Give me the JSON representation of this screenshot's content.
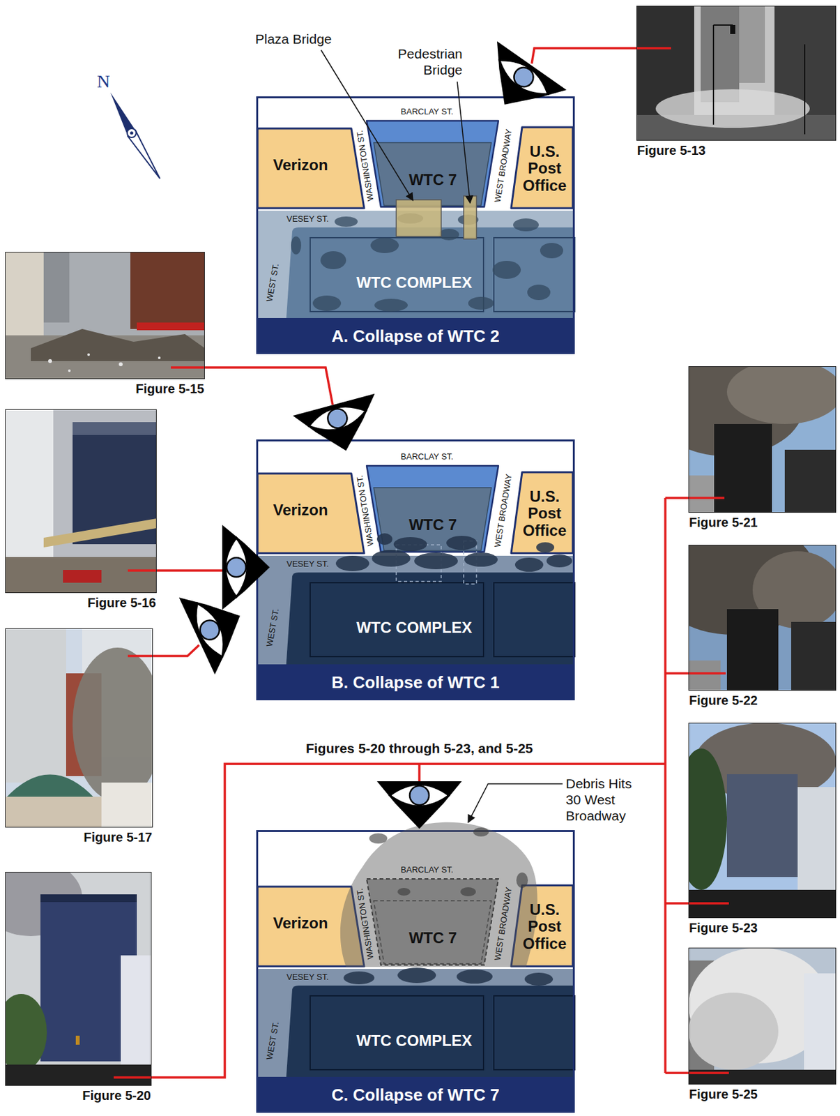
{
  "diagram": {
    "nodes": [
      {
        "text": [
          "A. Collapse of WTC 2"
        ]
      },
      {
        "text": [
          "Verizon"
        ],
        "in": 0
      },
      {
        "text": [
          "WTC 7"
        ],
        "in": 0
      },
      {
        "text": [
          "U.S. Post Office"
        ],
        "in": 0
      },
      {
        "text": [
          "WTC COMPLEX"
        ],
        "in": 0
      },
      {
        "text": [
          "Figure 5-13"
        ]
      },
      {
        "text": [
          "Figure 5-15"
        ]
      },
      {
        "text": [
          "B. Collapse of WTC 1"
        ]
      },
      {
        "text": [
          "Verizon"
        ],
        "in": 7
      },
      {
        "text": [
          "WTC 7"
        ],
        "in": 7
      },
      {
        "text": [
          "U.S. Post Office"
        ],
        "in": 7
      },
      {
        "text": [
          "WTC COMPLEX"
        ],
        "in": 7
      },
      {
        "text": [
          "Figure 5-16"
        ]
      },
      {
        "text": [
          "Figure 5-21"
        ]
      },
      {
        "text": [
          "Figure 5-17"
        ]
      },
      {
        "text": [
          "Figure 5-22"
        ]
      },
      {
        "text": [
          "Figure 5-23"
        ]
      },
      {
        "text": [
          "C. Collapse of WTC 7"
        ]
      },
      {
        "text": [
          "Verizon"
        ],
        "in": 17
      },
      {
        "text": [
          "WTC 7"
        ],
        "in": 17
      },
      {
        "text": [
          "U.S. Post Office"
        ],
        "in": 17
      },
      {
        "text": [
          "WTC COMPLEX"
        ],
        "in": 17
      },
      {
        "text": [
          "Figure 5-20"
        ]
      },
      {
        "text": [
          "Figure 5-25"
        ]
      }
    ],
    "labels": [
      "N",
      "Plaza Bridge",
      "Pedestrian Bridge",
      "BARCLAY ST.",
      "WASHINGTON ST.",
      "WEST BROADWAY",
      "VESEY ST.",
      "WEST ST.",
      "BARCLAY ST.",
      "WASHINGTON ST.",
      "WEST BROADWAY",
      "VESEY ST.",
      "WEST ST.",
      "Figures 5-20 through 5-23, and 5-25",
      "Debris Hits 30 West Broadway",
      "BARCLAY ST.",
      "WASHINGTON ST.",
      "WEST BROADWAY",
      "VESEY ST.",
      "WEST ST."
    ]
  }
}
